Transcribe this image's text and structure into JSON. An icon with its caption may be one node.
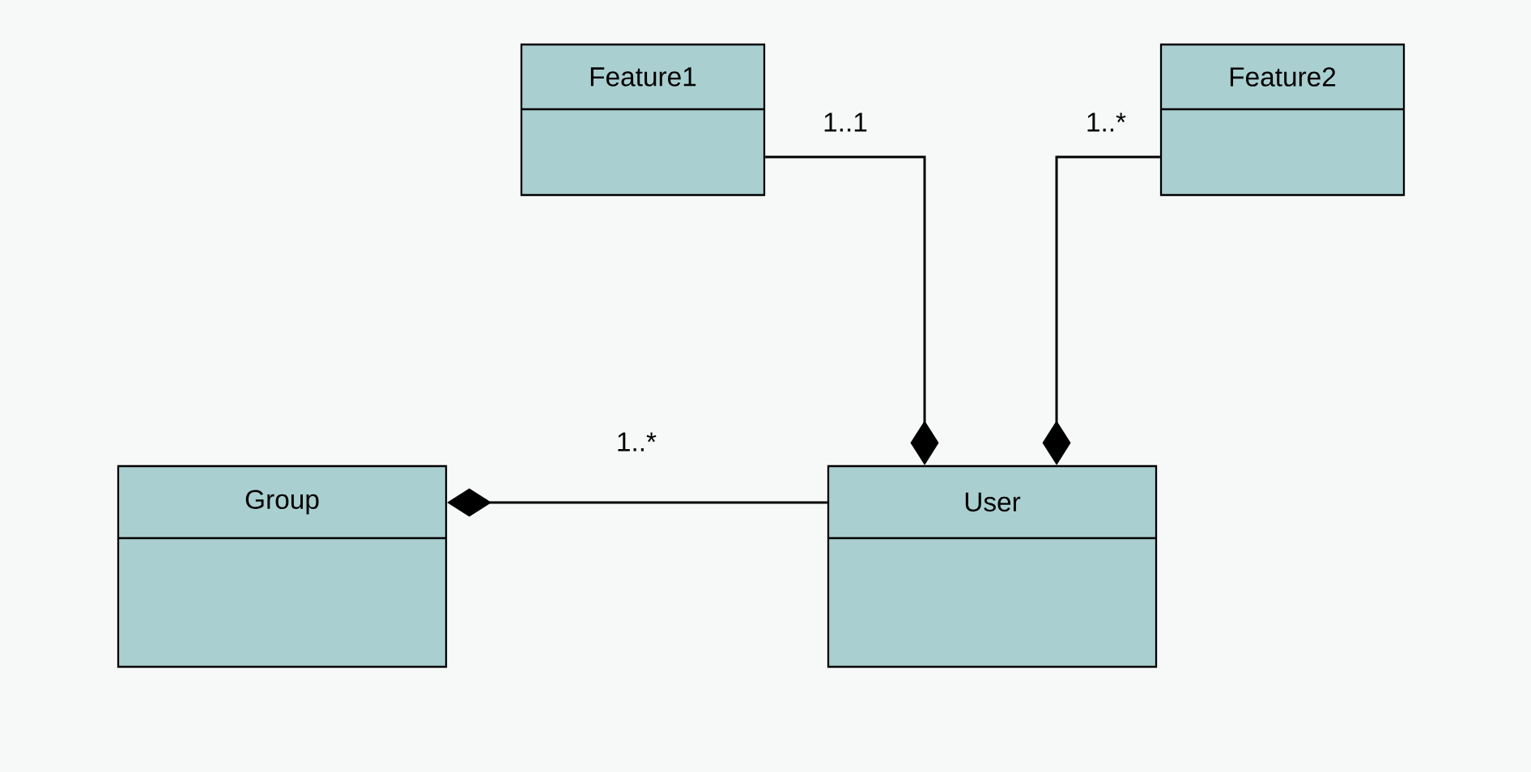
{
  "diagram": {
    "nodes": [
      {
        "text": [
          "Feature1"
        ]
      },
      {
        "text": [
          "Feature2"
        ]
      },
      {
        "text": [
          "Group"
        ]
      },
      {
        "text": [
          "User"
        ]
      }
    ],
    "edges": [
      {
        "from": 0,
        "to": 3,
        "arrow": "other",
        "label": "1..1"
      },
      {
        "from": 1,
        "to": 3,
        "arrow": "other",
        "label": "1..*"
      },
      {
        "from": 3,
        "to": 2,
        "arrow": "other",
        "label": "1..*"
      }
    ]
  }
}
